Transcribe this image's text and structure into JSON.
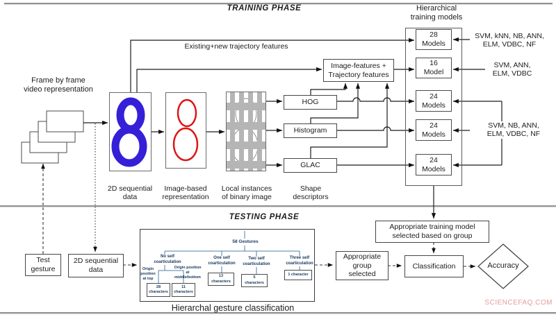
{
  "colors": {
    "blue_eight": "#3520d8",
    "red_eight": "#dd1515",
    "grid_gray": "#b5b5b5",
    "tree_lines": "#4f81a5",
    "watermark": "#e59a9a"
  },
  "training": {
    "phase_label": "TRAINING PHASE",
    "frame_stack_label": "Frame by frame\nvideo representation",
    "existing_new_label": "Existing+new trajectory features",
    "image_trajectory_box": "Image-features +\nTrajectory features",
    "captions": {
      "seq": "2D sequential\ndata",
      "image_based": "Image-based\nrepresentation",
      "local_instances": "Local instances\nof binary image",
      "shape": "Shape\ndescriptors"
    },
    "descriptors": [
      "HOG",
      "Histogram",
      "GLAC"
    ],
    "models_panel": {
      "title": "Hierarchical\ntraining models",
      "models": [
        {
          "count": "28",
          "unit": "Models"
        },
        {
          "count": "16",
          "unit": "Model"
        },
        {
          "count": "24",
          "unit": "Models"
        },
        {
          "count": "24",
          "unit": "Models"
        },
        {
          "count": "24",
          "unit": "Models"
        }
      ],
      "classifier_labels": [
        "SVM, kNN, NB, ANN,\nELM, VDBC, NF",
        "SVM, ANN,\nELM, VDBC",
        "SVM, NB, ANN,\nELM, VDBC, NF"
      ]
    }
  },
  "testing": {
    "phase_label": "TESTING PHASE",
    "test_gesture_box": "Test\ngesture",
    "seq_data_box": "2D sequential\ndata",
    "tree": {
      "root": "58 Gestures",
      "branches": [
        "No self\ncoarticulation",
        "One self\ncoarticulation",
        "Two self\ncoarticulation",
        "Three self\ncoarticulation"
      ],
      "edge_labels": [
        "Origin\nposition\nat top",
        "Origin position\nat\nmiddle/bottom"
      ],
      "leaves": [
        "28\ncharacters",
        "11\ncharacters",
        "13\ncharacters",
        "5\ncharacters",
        "1 character"
      ],
      "caption": "Hierarchal gesture classification"
    },
    "group_box": "Appropriate\ngroup\nselected",
    "model_select_box": "Appropriate training model\nselected based on group",
    "classification_box": "Classification",
    "accuracy_diamond": "Accuracy"
  },
  "watermark": "SCIENCEFAQ.COM"
}
